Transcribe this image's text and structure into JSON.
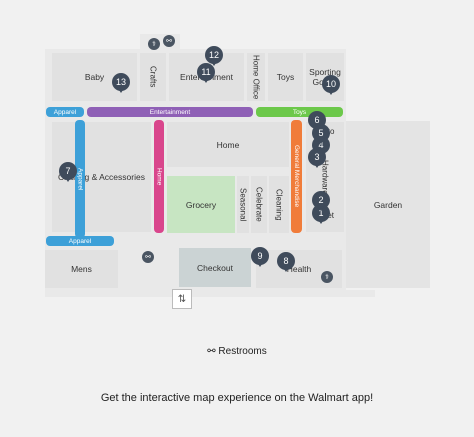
{
  "departments": {
    "baby": "Baby",
    "crafts": "Crafts",
    "entertainment": "Entertainment",
    "home_office": "Home Office",
    "toys": "Toys",
    "sporting_goods": "Sporting Goods",
    "home": "Home",
    "clothing": "Clothing & Accessories",
    "grocery": "Grocery",
    "seasonal": "Seasonal",
    "celebrate": "Celebrate",
    "cleaning": "Cleaning",
    "hardware": "Hardware",
    "garden": "Garden",
    "mens": "Mens",
    "checkout": "Checkout",
    "health": "Health",
    "pet": "Pet",
    "auto": "Auto"
  },
  "aisles": {
    "apparel_top": "Apparel",
    "entertainment": "Entertainment",
    "toys": "Toys",
    "apparel_vertical": "Apparel",
    "home_vertical": "Home",
    "general_merchandise": "General Merchandise",
    "apparel_bottom": "Apparel"
  },
  "pins": [
    "1",
    "2",
    "3",
    "4",
    "5",
    "6",
    "7",
    "8",
    "9",
    "10",
    "11",
    "12",
    "13"
  ],
  "colors": {
    "apparel": "#3da0d8",
    "entertainment": "#8f60b6",
    "toys": "#6cc84a",
    "home": "#d9468c",
    "general_merchandise": "#f07c3a",
    "pin": "#3f4b5b",
    "grocery": "#c7e5c2",
    "checkout": "#cbd3d4"
  },
  "icons": [
    "restroom-icon",
    "pharmacy-icon",
    "entrance-icon"
  ],
  "legend": {
    "restrooms": "Restrooms"
  },
  "promo": "Get the interactive map experience on the Walmart app!"
}
